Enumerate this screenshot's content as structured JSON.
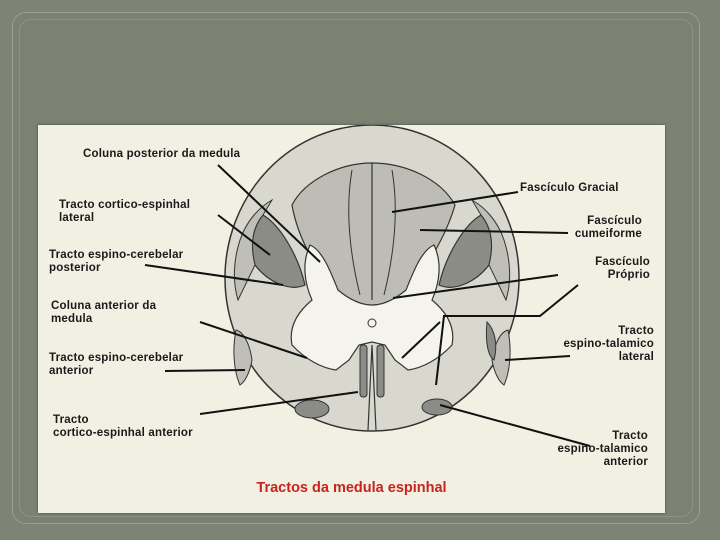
{
  "labels": {
    "coluna_posterior": "Coluna posterior da medula",
    "tracto_cortico_espinhal_lateral": "Tracto cortico-espinhal\nlateral",
    "tracto_espino_cerebelar_posterior": "Tracto espino-cerebelar\nposterior",
    "coluna_anterior": "Coluna anterior da\nmedula",
    "tracto_espino_cerebelar_anterior": "Tracto espino-cerebelar\nanterior",
    "tracto_cortico_espinhal_anterior": "Tracto\ncortico-espinhal anterior",
    "fasciculo_gracial": "Fascículo Gracial",
    "fasciculo_cuneiforme": "Fascículo\ncumeiforme",
    "fasciculo_proprio": "Fascículo\nPróprio",
    "tracto_espino_talamico_lateral": "Tracto\nespino-talamico\nlateral",
    "tracto_espino_talamico_anterior": "Tracto\nespino-talamico\nanterior"
  },
  "caption": "Tractos da medula espinhal",
  "colors": {
    "background": "#7d8474",
    "panel": "#f1f0e2",
    "cord_fill": "#d8d8cf",
    "dark_tract": "#8c8c86",
    "light_tract": "#bfbfb8",
    "grey_matter": "#f4f4ec",
    "caption": "#c8231f"
  }
}
